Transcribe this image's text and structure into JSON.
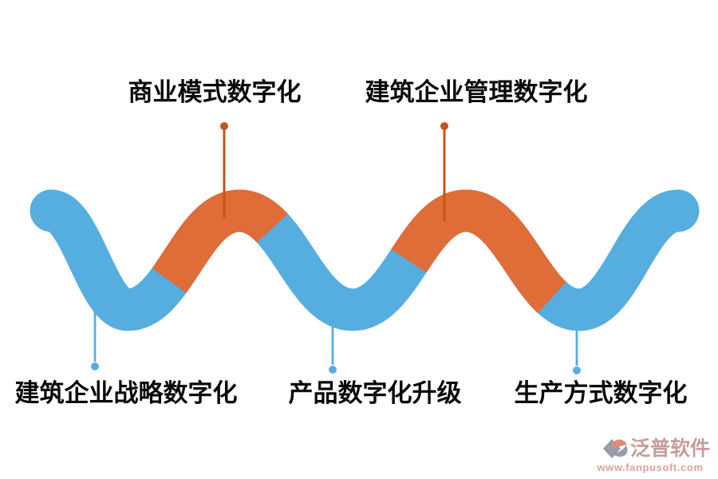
{
  "colors": {
    "wave_blue": "#56AEE0",
    "wave_orange": "#E06C38",
    "connector_orange": "#C2551E",
    "connector_blue": "#56AEE0",
    "label_text": "#0a0a0a",
    "logo_text": "#C79C9E",
    "logo_url_text": "#DCA49B",
    "logo_mark_gray": "#949CAD",
    "logo_mark_salmon": "#D98E74"
  },
  "labels": {
    "top": [
      {
        "text": "商业模式数字化"
      },
      {
        "text": "建筑企业管理数字化"
      }
    ],
    "bottom": [
      {
        "text": "建筑企业战略数字化"
      },
      {
        "text": "产品数字化升级"
      },
      {
        "text": "生产方式数字化"
      }
    ]
  },
  "logo": {
    "name": "泛普软件",
    "url": "www.fanpusoft.com"
  }
}
